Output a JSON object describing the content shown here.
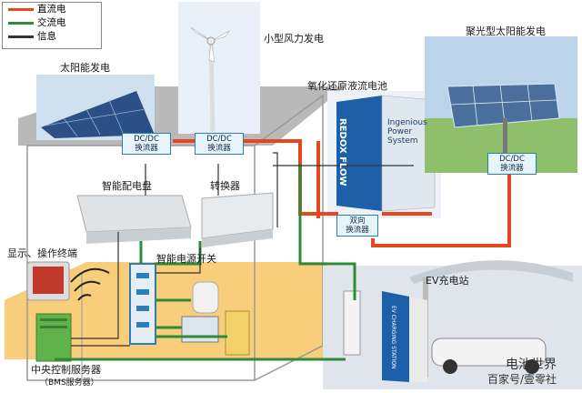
{
  "legend": [
    {
      "label": "直流电",
      "color": "#e8461e"
    },
    {
      "label": "交流电",
      "color": "#2e8b3a"
    },
    {
      "label": "信息",
      "color": "#333333"
    }
  ],
  "labels": {
    "solar": "太阳能发电",
    "wind": "小型风力发电",
    "redox_battery": "氧化还原液流电池",
    "concentrated_solar": "聚光型太阳能发电",
    "smart_panel": "智能配电盘",
    "converter": "转换器",
    "smart_switch": "智能电源开关",
    "display": "显示、操作终端",
    "central_server": "中央控制服务器",
    "bms_server": "（BMS服务器）",
    "ev_station": "EV充电站"
  },
  "boxes": {
    "dcdc_1": "DC/DC\n换流器",
    "dcdc_2": "DC/DC\n换流器",
    "dcdc_3": "DC/DC\n换流器",
    "bidirectional": "双向\n换流器"
  },
  "device_text": {
    "redox_side": "REDOX FLOW",
    "redox_front": "Ingenious\nPower\nSystem",
    "ev_sign": "EV CHARGING STATION"
  },
  "watermark": {
    "line1": "电池世界",
    "line2": "百家号/壹零社"
  }
}
